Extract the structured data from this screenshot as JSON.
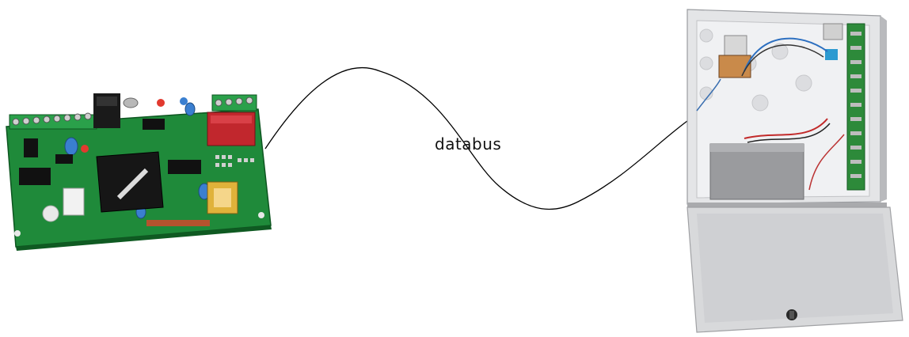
{
  "connection": {
    "label": "databus"
  },
  "devices": [
    {
      "name": "circuit-board"
    },
    {
      "name": "control-panel-enclosure"
    }
  ],
  "colors": {
    "pcb": "#1f8a3a",
    "pcb_dark": "#146a2a",
    "enclosure": "#d9dadc",
    "enclosure_shadow": "#b9babd",
    "cable": "#000000"
  }
}
